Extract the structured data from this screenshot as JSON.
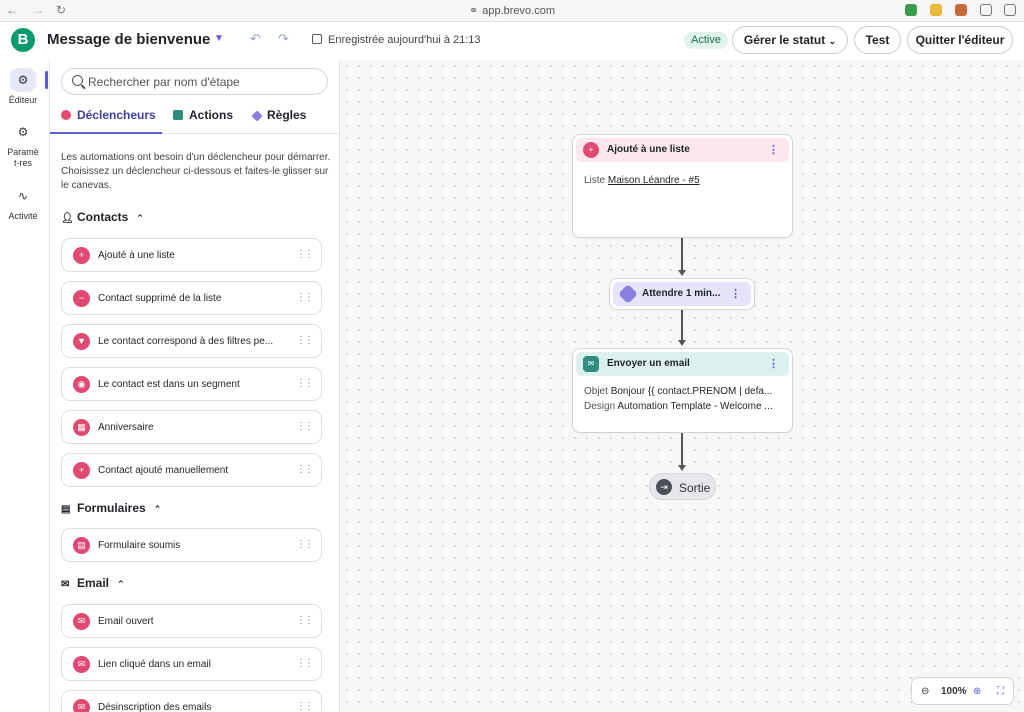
{
  "browser": {
    "back": "←",
    "forward": "→",
    "reload": "↻",
    "url": "app.brevo.com"
  },
  "header": {
    "logo_letter": "B",
    "title": "Message de bienvenue",
    "save_status": "Enregistrée aujourd'hui à 21:13",
    "status_badge": "Active",
    "manage_status_label": "Gérer le statut",
    "test_label": "Test",
    "quit_label": "Quitter l'éditeur"
  },
  "rail": {
    "items": [
      {
        "label": "Éditeur",
        "icon": "editor-icon"
      },
      {
        "label": "Paramèt-res",
        "icon": "gear-icon"
      },
      {
        "label": "Activité",
        "icon": "activity-icon"
      }
    ]
  },
  "sidebar": {
    "search_placeholder": "Rechercher par nom d'étape",
    "tabs": [
      {
        "label": "Déclencheurs",
        "color": "#e04a72"
      },
      {
        "label": "Actions",
        "color": "#2e8b7e"
      },
      {
        "label": "Règles",
        "color": "#8b7fe0"
      }
    ],
    "intro": "Les automations ont besoin d'un déclencheur pour démarrer. Choisissez un déclencheur ci-dessous et faites-le glisser sur le canevas.",
    "sections": [
      {
        "title": "Contacts",
        "items": [
          {
            "label": "Ajouté à une liste",
            "icon": "add-user-icon"
          },
          {
            "label": "Contact supprimé de la liste",
            "icon": "remove-user-icon"
          },
          {
            "label": "Le contact correspond à des filtres pe...",
            "icon": "filter-icon"
          },
          {
            "label": "Le contact est dans un segment",
            "icon": "segment-icon"
          },
          {
            "label": "Anniversaire",
            "icon": "calendar-icon"
          },
          {
            "label": "Contact ajouté manuellement",
            "icon": "plus-icon"
          }
        ]
      },
      {
        "title": "Formulaires",
        "items": [
          {
            "label": "Formulaire soumis",
            "icon": "form-icon"
          }
        ]
      },
      {
        "title": "Email",
        "items": [
          {
            "label": "Email ouvert",
            "icon": "mail-open-icon"
          },
          {
            "label": "Lien cliqué dans un email",
            "icon": "mail-link-icon"
          },
          {
            "label": "Désinscription des emails",
            "icon": "mail-unsubscribe-icon"
          }
        ]
      }
    ]
  },
  "canvas": {
    "trigger": {
      "title": "Ajouté à une liste",
      "field_label": "Liste",
      "field_value": "Maison Léandre - #5",
      "color": "#e04a72"
    },
    "wait": {
      "title": "Attendre 1 min...",
      "color": "#8b7fe0"
    },
    "email": {
      "title": "Envoyer un email",
      "subject_label": "Objet",
      "subject_value": "Bonjour {{ contact.PRENOM | defa...",
      "design_label": "Design",
      "design_value": "Automation Template - Welcome ...",
      "color": "#2e8b7e"
    },
    "exit_label": "Sortie"
  },
  "zoom": {
    "level": "100%"
  }
}
